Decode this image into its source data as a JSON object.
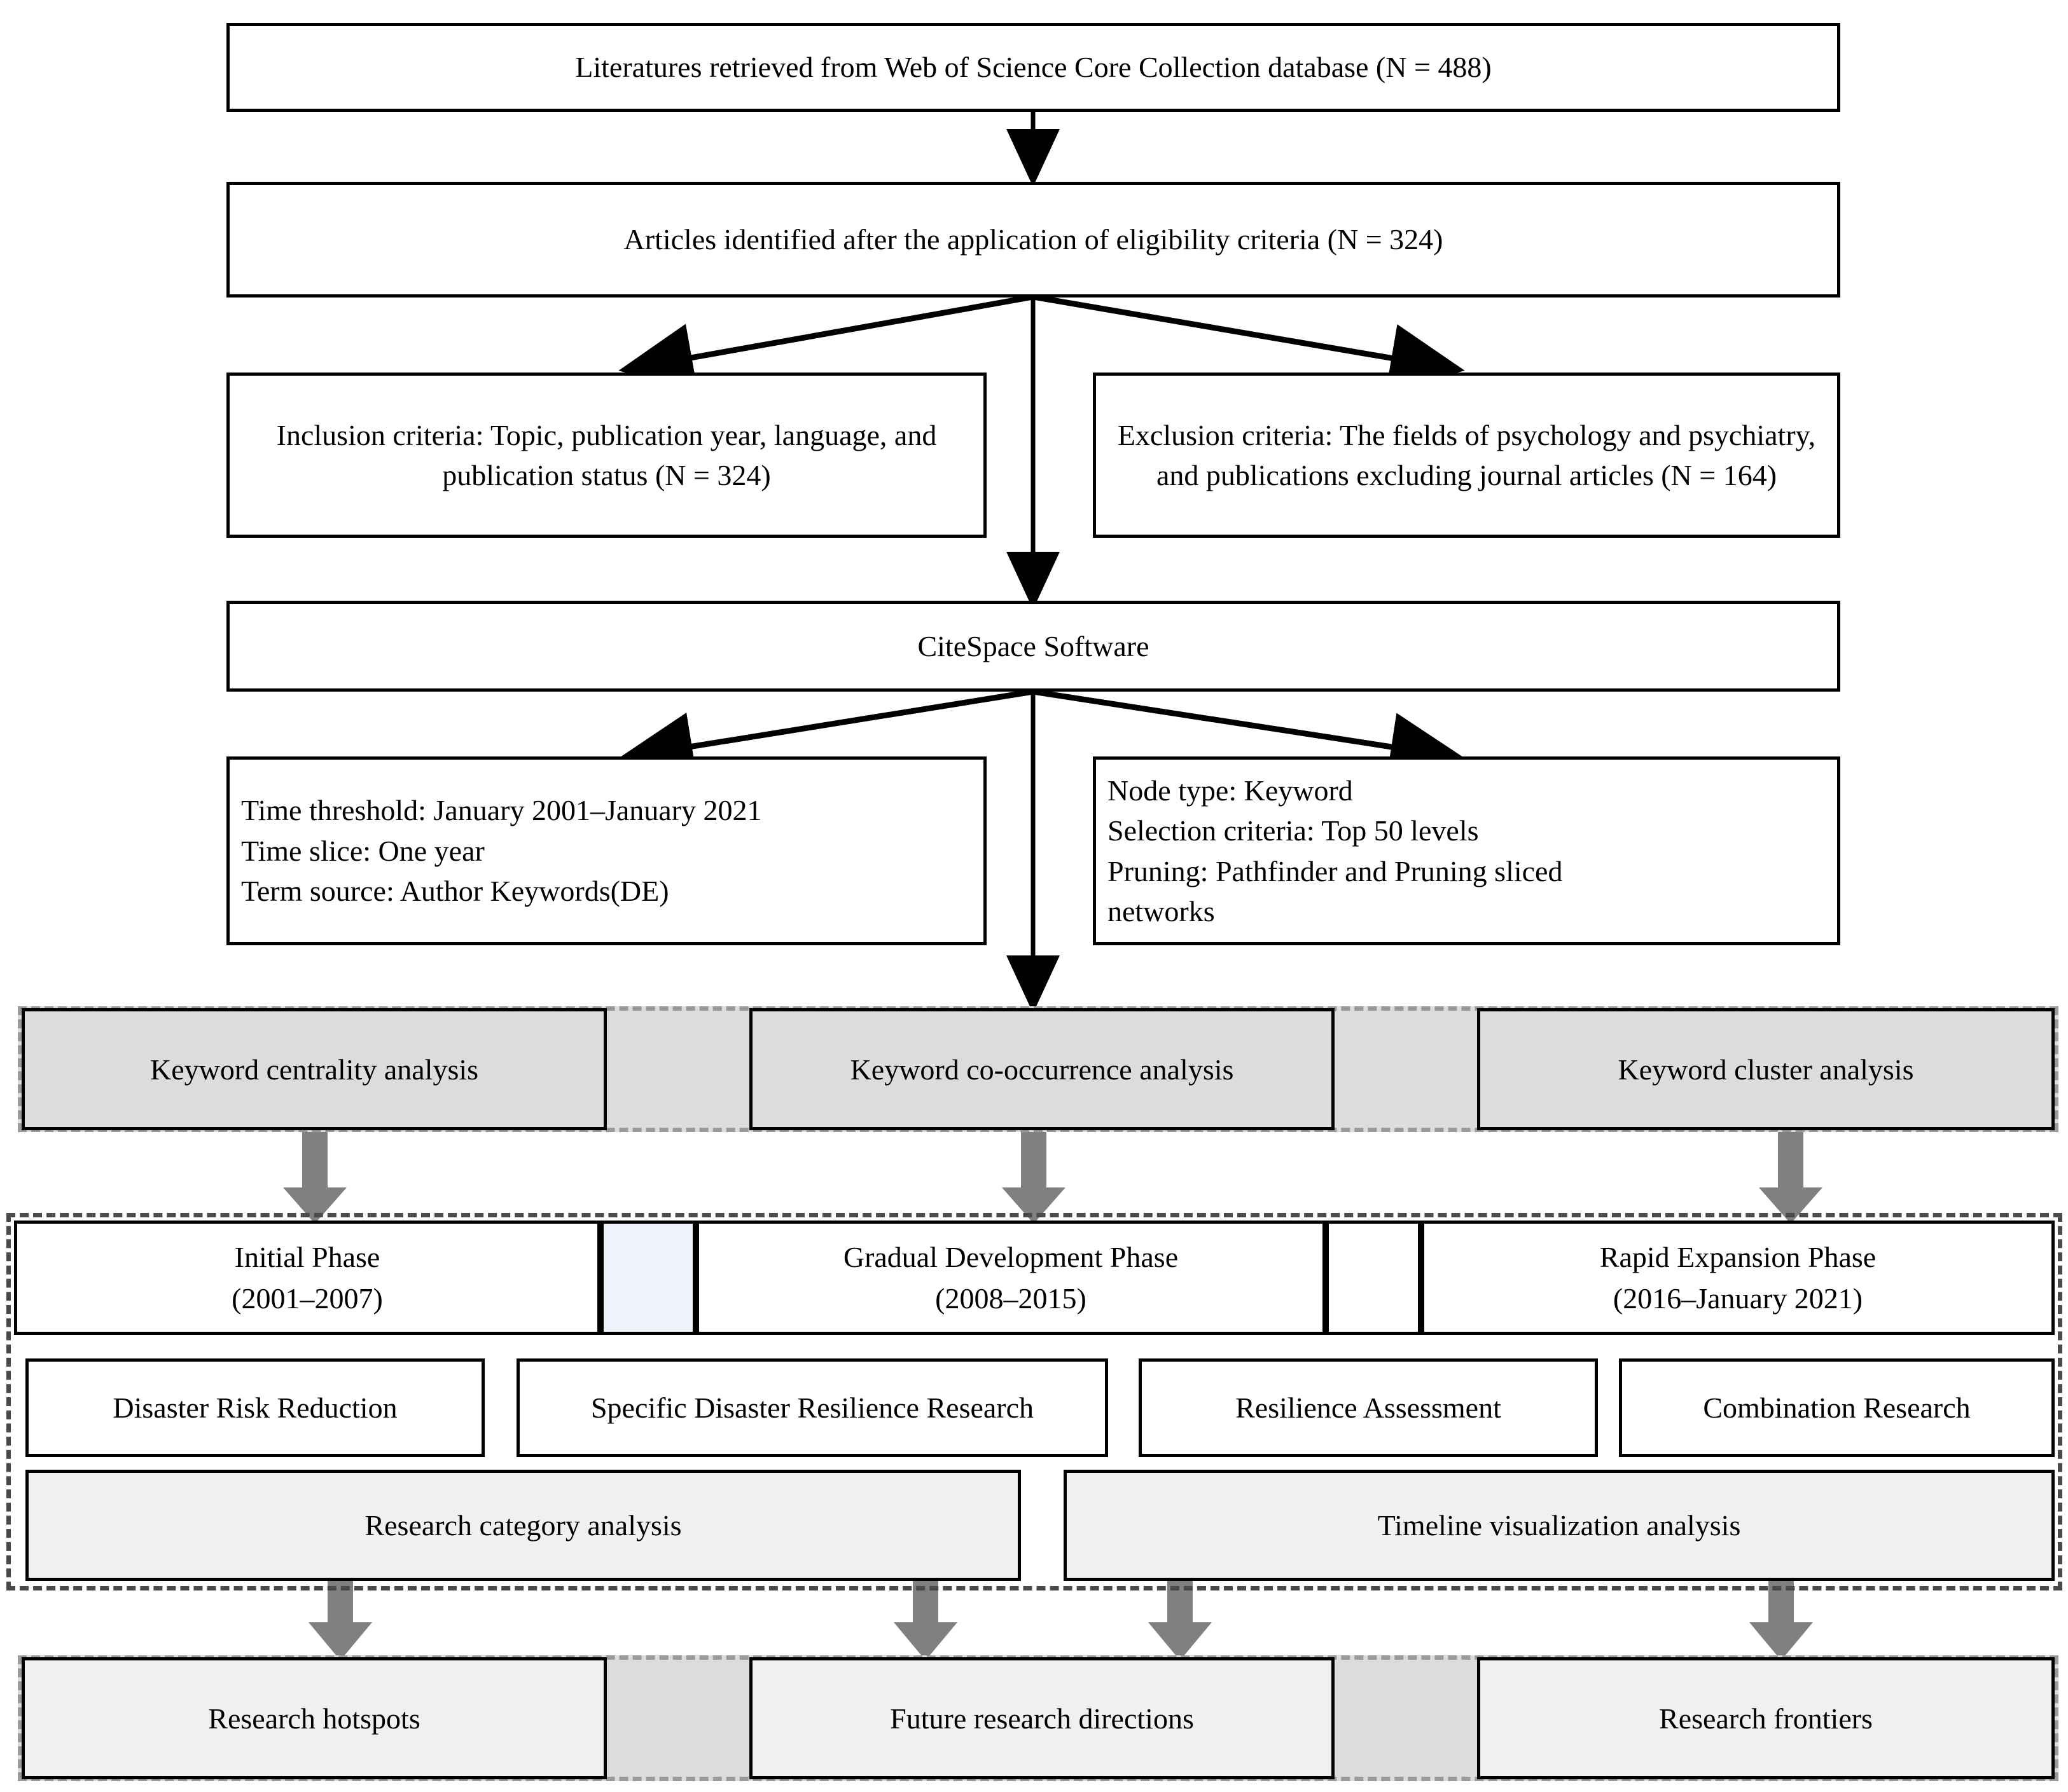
{
  "diagram": {
    "title": "Bibliometric research workflow flowchart",
    "colors": {
      "box_border": "#000000",
      "strip_fill": "#dcdcdc",
      "light_fill": "#f0f0f0",
      "bluish_fill": "#eef3fa",
      "dashed_gray": "#9a9a9a",
      "dashed_dark": "#4a4a4a",
      "block_arrow": "#808080"
    }
  },
  "flow": {
    "source_box": "Literatures retrieved from Web of Science Core Collection database  (N = 488)",
    "identified_box": "Articles identified after the application of eligibility criteria (N = 324)",
    "inclusion_box": "Inclusion criteria: Topic, publication year, language, and publication status (N = 324)",
    "exclusion_box": "Exclusion criteria: The fields of psychology and psychiatry, and publications excluding journal articles (N = 164)",
    "software_box": "CiteSpace Software",
    "params_left": [
      "Time threshold: January 2001–January 2021",
      "Time slice: One year",
      "Term source: Author Keywords(DE)"
    ],
    "params_right": [
      "Node type: Keyword",
      "Selection criteria: Top 50 levels",
      "Pruning: Pathfinder and Pruning sliced",
      "networks"
    ]
  },
  "keyword_analyses": {
    "items": [
      "Keyword centrality analysis",
      "Keyword co-occurrence analysis",
      "Keyword cluster analysis"
    ],
    "connectors": [
      "arrow-right",
      "arrow-right"
    ]
  },
  "phases": {
    "items": [
      {
        "name": "Initial Phase",
        "range": "(2001–2007)"
      },
      {
        "name": "Gradual Development Phase",
        "range": "(2008–2015)"
      },
      {
        "name": "Rapid Expansion Phase",
        "range": "(2016–January 2021)"
      }
    ],
    "connectors": [
      "arrow-right",
      "arrow-right"
    ]
  },
  "research_topics": [
    "Disaster Risk Reduction",
    "Specific Disaster Resilience Research",
    "Resilience Assessment",
    "Combination Research"
  ],
  "analyses_row": [
    "Research category analysis",
    "Timeline visualization analysis"
  ],
  "outcomes": {
    "items": [
      "Research hotspots",
      "Future research directions",
      "Research frontiers"
    ],
    "connectors": [
      "arrow-right",
      "arrow-left"
    ]
  }
}
